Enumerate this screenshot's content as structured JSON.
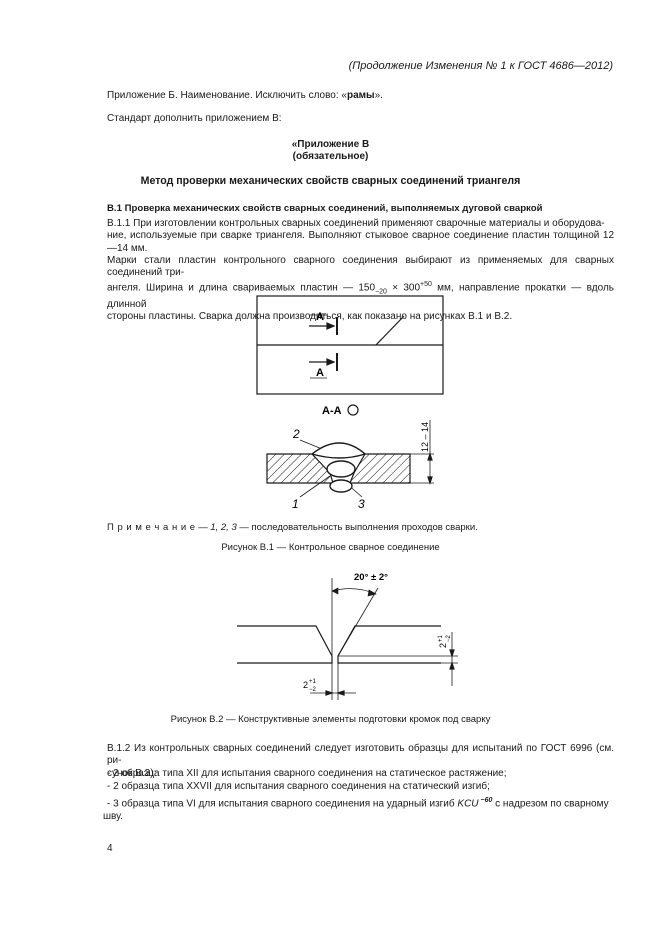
{
  "header": "(Продолжение Изменения № 1 к ГОСТ 4686—2012)",
  "annex_b": "Приложение Б. Наименование. Исключить слово: «",
  "annex_b_word": "рамы",
  "annex_b_end": "».",
  "supplement": "Стандарт дополнить приложением В:",
  "annex_title": "«Приложение В",
  "annex_status": "(обязательное)",
  "method_title": "Метод проверки механических свойств сварных соединений триангеля",
  "section_b1": "В.1 Проверка механических свойств сварных соединений, выполняемых дуговой сваркой",
  "p_b11": [
    "В.1.1 При изготовлении контрольных сварных соединений применяют сварочные материалы и оборудова-",
    "ние, используемые при сварке триангеля. Выполняют стыковое сварное соединение пластин толщиной 12—14 мм.",
    "Марки стали пластин контрольного сварного соединения выбирают из применяемых для сварных соединений три-"
  ],
  "p_b11_l4": {
    "a": "ангеля. Ширина и длина свариваемых пластин — 150",
    "sub": "−20",
    "b": " × 300",
    "sup": "+50",
    "c": " мм, направление прокатки — вдоль длинной"
  },
  "p_b11_l5": "стороны пластины. Сварка должна производиться, как показано на рисунках В.1 и В.2.",
  "fig1": {
    "mark_a": "А",
    "section": "А-А",
    "n1": "1",
    "n2": "2",
    "n3": "3",
    "dim": "12 – 14"
  },
  "note_label": "П р и м е ч а н и е",
  "note_seq": " — 1, 2, 3",
  "note_text": " — последовательность выполнения проходов сварки.",
  "fig1_caption": "Рисунок В.1 — Контрольное сварное соединение",
  "fig2": {
    "angle": "20° ± 2°",
    "dim_v_base": "2",
    "dim_v_sup": "+1",
    "dim_v_sub": "−2",
    "dim_h_base": "2",
    "dim_h_sup": "+1",
    "dim_h_sub": "−2"
  },
  "fig2_caption": "Рисунок В.2 — Конструктивные элементы подготовки кромок под сварку",
  "p_b12": [
    "В.1.2 Из контрольных сварных соединений следует изготовить образцы для испытаний по ГОСТ 6996 (см. ри-",
    "сунок В.3):"
  ],
  "items": [
    "- 2 образца типа XII для испытания сварного соединения на статическое растяжение;",
    "- 2 образца типа XXVII для испытания сварного соединения на статический изгиб;"
  ],
  "item3": {
    "a": "- 3 образца типа VI для испытания сварного соединения на ударный изгиб ",
    "kcu": "KCU",
    "sup": " −60",
    "b": " с надрезом по сварному"
  },
  "item3_l2": "шву.",
  "page_num": "4"
}
